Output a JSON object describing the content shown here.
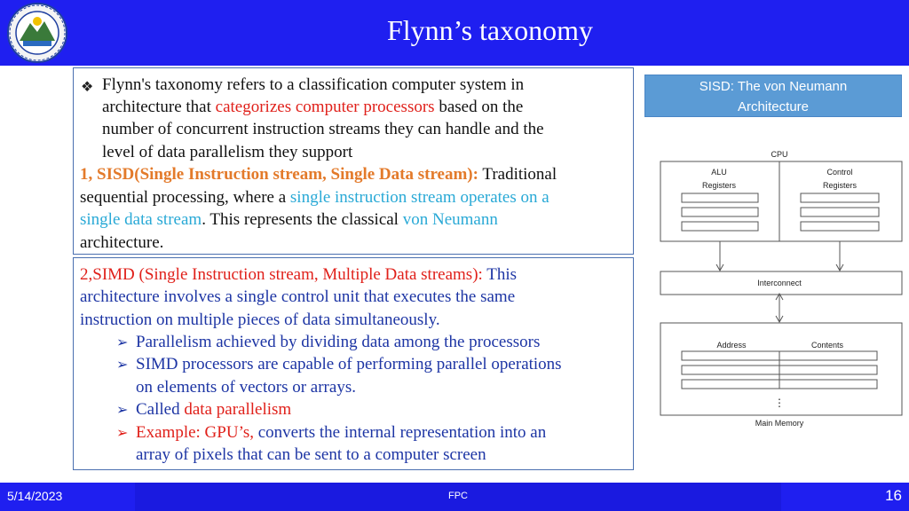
{
  "slide": {
    "title": "Flynn’s taxonomy",
    "page_number": "16",
    "date": "5/14/2023",
    "footer_center": "FPC"
  },
  "intro": {
    "bullet_icon": "diamond-bullet-icon",
    "lines": [
      [
        "Flynn's taxonomy refers to a classification computer system in"
      ],
      [
        "architecture that ",
        "categorizes computer processors",
        " based on the"
      ],
      [
        "number of concurrent instruction streams they can handle and the"
      ],
      [
        "level of data parallelism they support"
      ]
    ]
  },
  "sisd": {
    "heading": "1, SISD(Single Instruction stream, Single Data stream):",
    "text_1": " Traditional",
    "text_2": "sequential processing, where a ",
    "highlight_1": "single instruction stream operates on a",
    "highlight_2": "single data stream",
    "text_3": ". This represents the classical ",
    "highlight_3": "von Neumann",
    "text_4": "architecture."
  },
  "simd": {
    "heading": "2,SIMD (Single Instruction stream, Multiple Data streams):",
    "text_1": " This",
    "text_2": "architecture involves a single control unit that executes the same",
    "text_3": "instruction on multiple pieces of data simultaneously.",
    "bullets": [
      {
        "lines": [
          "Parallelism achieved by dividing data  among the processors"
        ]
      },
      {
        "lines": [
          "SIMD processors are capable of performing parallel operations",
          "on elements of vectors or arrays."
        ]
      },
      {
        "prefix": "Called ",
        "highlight": "data parallelism"
      },
      {
        "prefix": "Example: GPU’s, ",
        "rest_1": "converts  the internal representation into an",
        "rest_2": "array of  pixels that can be sent to a computer  screen"
      }
    ]
  },
  "badge": {
    "line1": "SISD: The von Neumann",
    "line2": "Architecture"
  },
  "diagram": {
    "cpu_label": "CPU",
    "alu_label_1": "ALU",
    "alu_label_2": "Registers",
    "control_label_1": "Control",
    "control_label_2": "Registers",
    "interconnect_label": "Interconnect",
    "address_label": "Address",
    "contents_label": "Contents",
    "memory_label": "Main Memory",
    "ellipsis": "⋮"
  },
  "colors": {
    "header_blue": "#1f1ff0",
    "badge_blue": "#5b9bd5",
    "red": "#e0201a",
    "orange": "#e37a2a",
    "cyan": "#29a9d6",
    "navy": "#1d35a4"
  }
}
